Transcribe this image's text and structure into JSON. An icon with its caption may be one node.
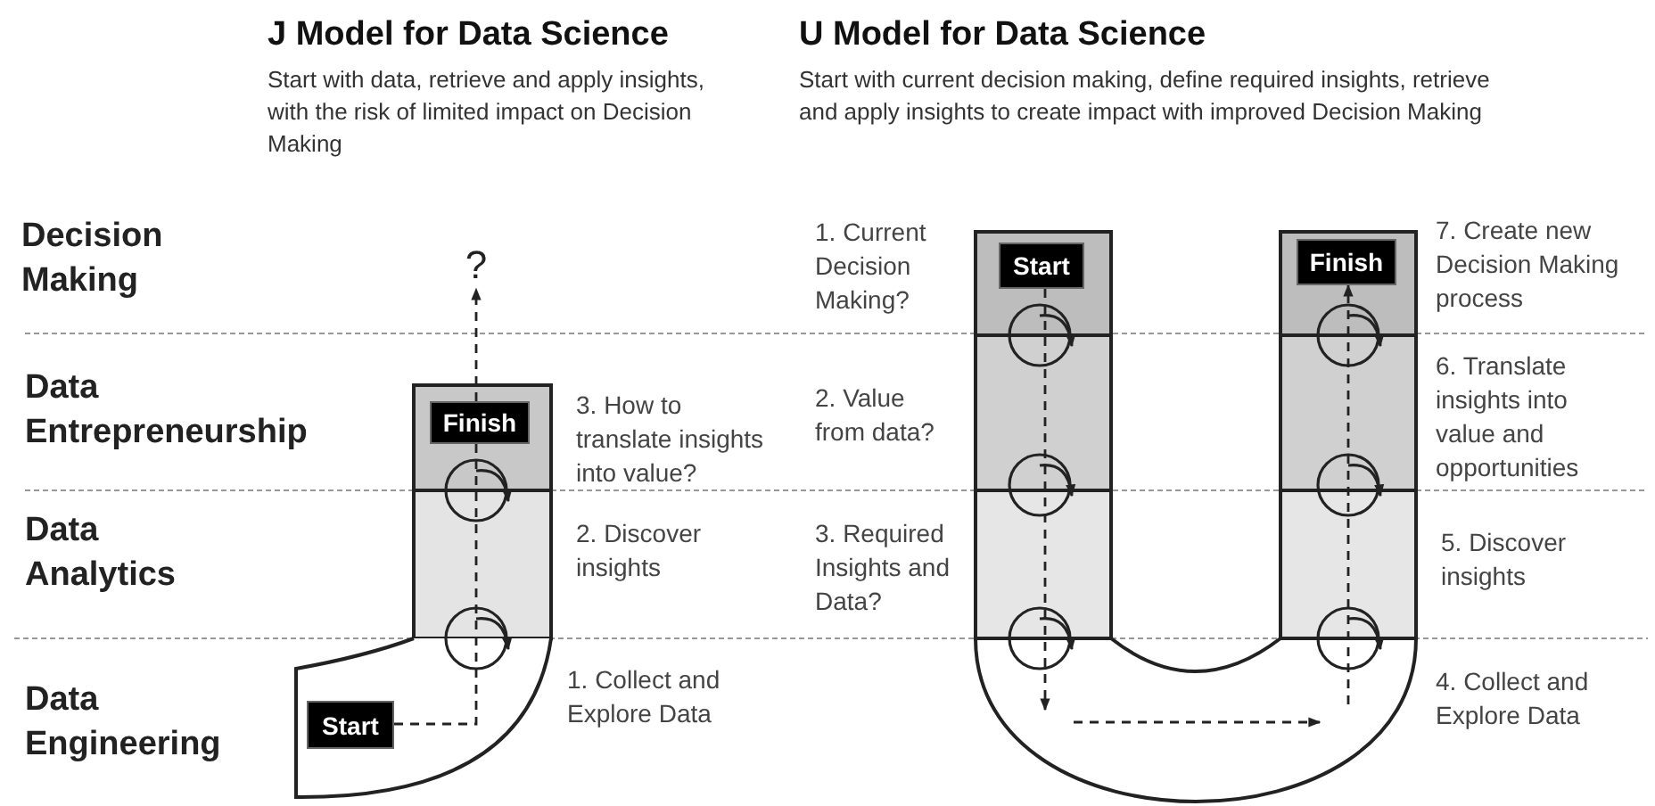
{
  "diagram": {
    "nodes": [
      {
        "text": [
          "Start"
        ]
      },
      {
        "text": [
          "Finish"
        ]
      },
      {
        "text": [
          "?"
        ]
      },
      {
        "text": [
          "Start"
        ]
      },
      {
        "text": [
          "Finish"
        ]
      }
    ],
    "edges": [
      {
        "from": 0,
        "to": 1,
        "arrow": "none",
        "style": "dashed"
      },
      {
        "from": 1,
        "to": 2,
        "arrow": "to",
        "style": "dashed"
      },
      {
        "from": 3,
        "to": null,
        "arrow": "to",
        "style": "dashed"
      },
      {
        "from": null,
        "to": 4,
        "arrow": "to",
        "style": "dashed"
      }
    ],
    "labels": [
      "J Model for Data Science",
      "Start with data, retrieve and apply insights, with the risk of limited impact on Decision Making",
      "U Model for Data Science",
      "Start with current decision making, define required insights, retrieve and apply insights to create impact with improved Decision Making",
      "Decision Making",
      "Data Entrepreneurship",
      "Data Analytics",
      "Data Engineering",
      "3. How to translate insights into value?",
      "2. Discover insights",
      "1. Collect and Explore Data",
      "1. Current Decision Making?",
      "2. Value from data?",
      "3. Required Insights and Data?",
      "7. Create new Decision Making process",
      "6. Translate insights into value and opportunities",
      "5. Discover insights",
      "4. Collect and Explore Data"
    ]
  }
}
